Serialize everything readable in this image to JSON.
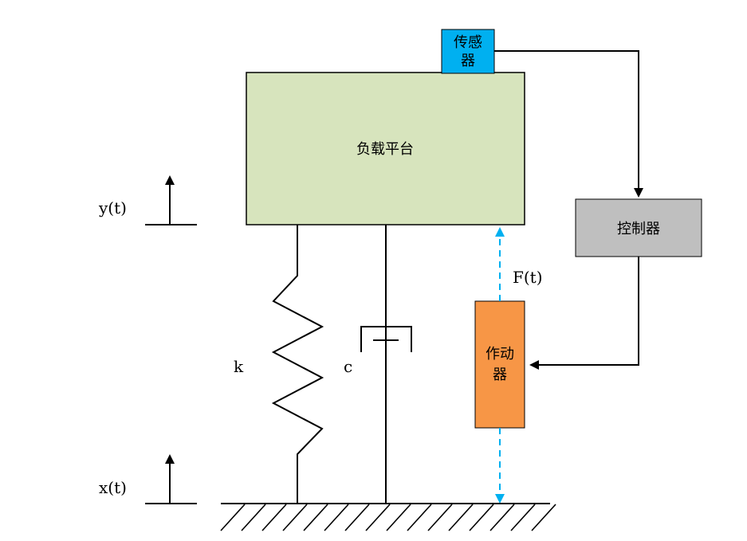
{
  "platform": {
    "label": "负载平台",
    "color": "#d7e4bd"
  },
  "sensor": {
    "label_line1": "传感",
    "label_line2": "器",
    "color": "#00b0f0"
  },
  "controller": {
    "label": "控制器",
    "color": "#bfbfbf"
  },
  "actuator": {
    "label_line1": "作动",
    "label_line2": "器",
    "color": "#f79646"
  },
  "labels": {
    "y": "y(t)",
    "x": "x(t)",
    "force": "F(t)",
    "spring": "k",
    "damper": "c"
  },
  "colors": {
    "force_arrow": "#00b0f0",
    "line": "#000000"
  }
}
